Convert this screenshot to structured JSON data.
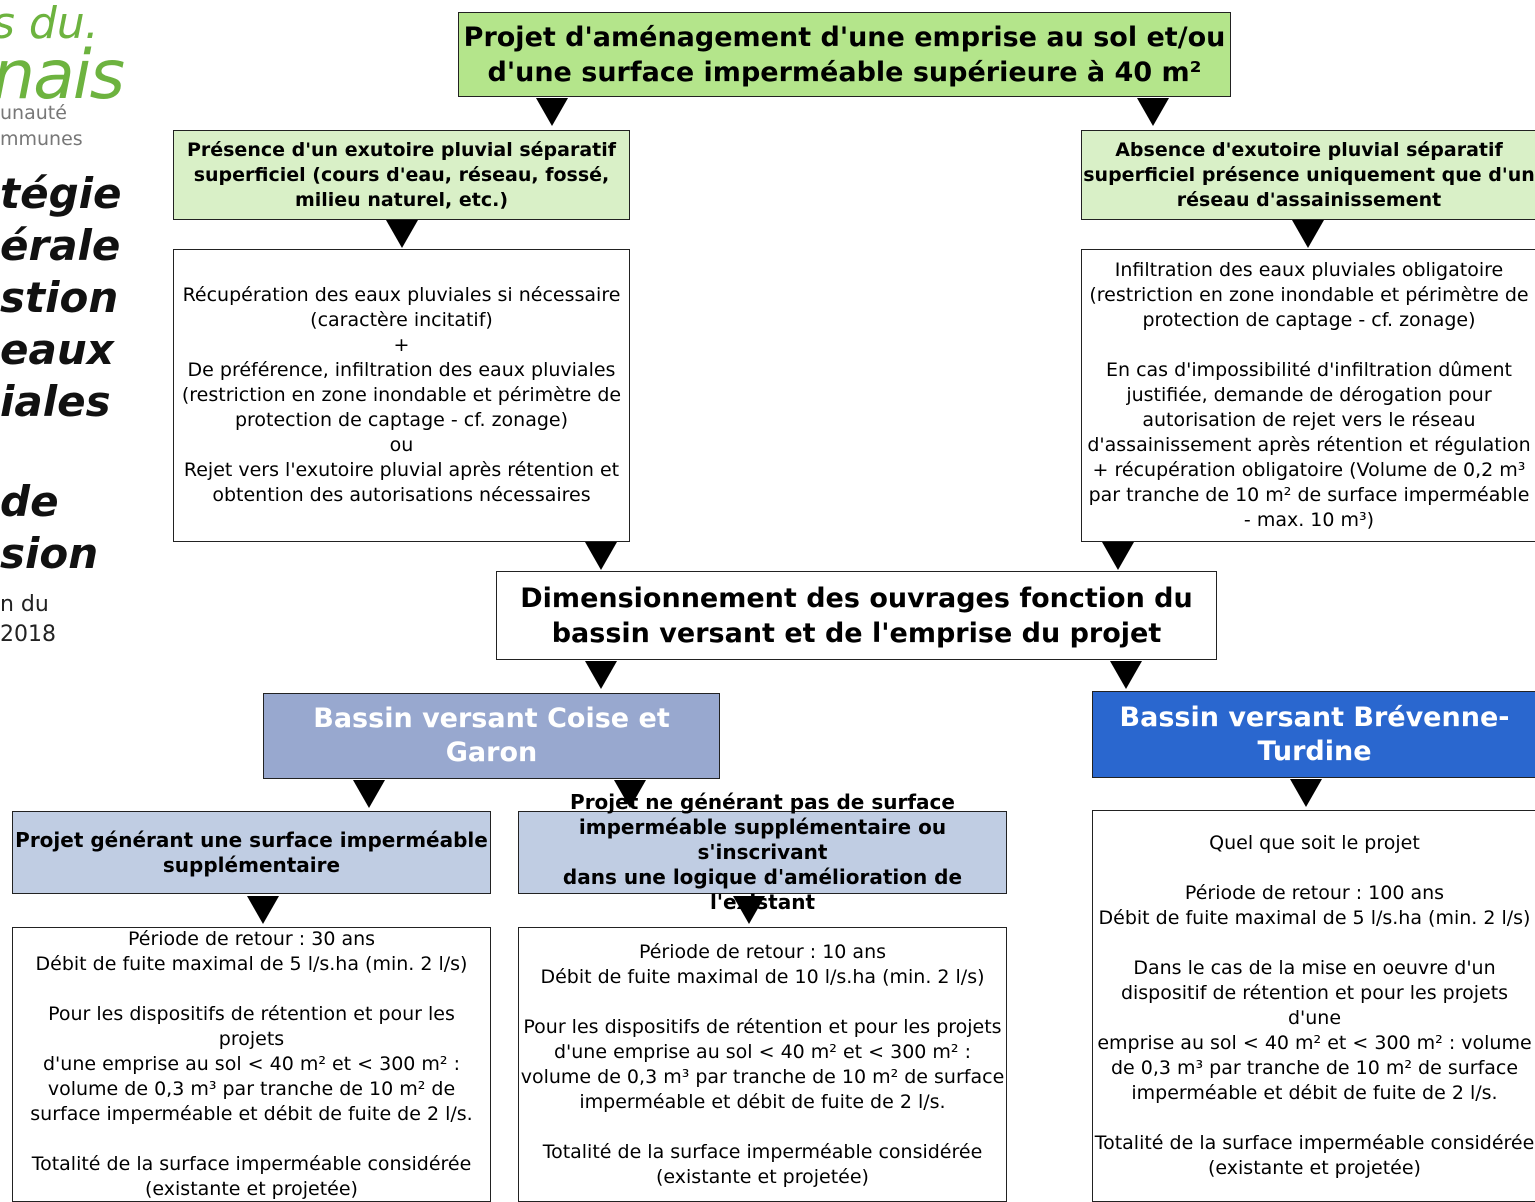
{
  "sidebar": {
    "logo_top": "s du.",
    "logo_main": "nais",
    "logo_sub1": "unauté",
    "logo_sub2": "mmunes",
    "strategy_title": "tégie\nérale\nstion\neaux\niales",
    "decision_title": " de\nsion",
    "date_text": "n du\n2018"
  },
  "top": {
    "main_box": "Projet d'aménagement d'une emprise au sol et/ou\nd'une surface imperméable supérieure à 40 m²"
  },
  "left_branch": {
    "condition": "Présence d'un exutoire pluvial séparatif\nsuperficiel (cours d'eau, réseau, fossé,\nmilieu naturel, etc.)",
    "details": "Récupération des eaux pluviales si nécessaire\n(caractère incitatif)\n+\nDe préférence, infiltration des eaux pluviales\n(restriction en zone inondable et périmètre de\nprotection de captage - cf. zonage)\nou\nRejet vers l'exutoire pluvial après rétention et\nobtention des autorisations nécessaires"
  },
  "right_branch": {
    "condition": "Absence d'exutoire pluvial séparatif\nsuperficiel présence uniquement que d'un\nréseau d'assainissement",
    "details": "Infiltration des eaux pluviales obligatoire\n(restriction en zone inondable et périmètre de\nprotection de captage - cf. zonage)\n\nEn cas d'impossibilité d'infiltration dûment\njustifiée, demande de dérogation pour\nautorisation de rejet vers le réseau\nd'assainissement après rétention et régulation\n+ récupération obligatoire (Volume de 0,2 m³\npar tranche de 10 m² de surface imperméable\n- max. 10 m³)"
  },
  "middle": {
    "dimension_box": "Dimensionnement des ouvrages fonction du\nbassin versant et de l'emprise du projet"
  },
  "coise": {
    "title": "Bassin versant Coise et Garon",
    "case_a_title": "Projet générant une surface imperméable\nsupplémentaire",
    "case_a_details": "Période de retour : 30 ans\nDébit de fuite maximal de 5 l/s.ha (min. 2 l/s)\n\nPour les dispositifs de rétention et pour les projets\nd'une emprise au sol < 40 m² et < 300 m² :\nvolume de 0,3 m³ par tranche de 10 m² de\nsurface imperméable et débit de fuite de 2 l/s.\n\nTotalité de la surface imperméable considérée\n(existante et projetée)",
    "case_b_title": "Projet ne générant pas de surface\nimperméable supplémentaire ou s'inscrivant\ndans une logique d'amélioration de l'existant",
    "case_b_details": "Période de retour : 10 ans\nDébit de fuite maximal de 10 l/s.ha (min. 2 l/s)\n\nPour les dispositifs de rétention et pour les projets\nd'une emprise au sol < 40 m² et < 300 m² :\nvolume de 0,3 m³ par tranche de 10 m² de surface\nimperméable et débit de fuite de 2 l/s.\n\nTotalité de la surface imperméable considérée\n(existante et projetée)"
  },
  "brevenne": {
    "title": "Bassin versant Brévenne-\nTurdine",
    "details": "Quel que soit le projet\n\nPériode de retour : 100 ans\nDébit de fuite maximal de 5 l/s.ha (min. 2 l/s)\n\nDans le cas de la mise en oeuvre d'un\ndispositif de rétention et pour les projets d'une\nemprise au sol < 40 m² et < 300 m² : volume\nde 0,3 m³ par tranche de 10 m² de surface\nimperméable et débit de fuite de 2 l/s.\n\nTotalité de la surface imperméable considérée\n(existante et projetée)"
  },
  "colors": {
    "green_dark": "#b4e58b",
    "green_light": "#d9f0c7",
    "blue_mid": "#98a8cf",
    "blue_strong": "#2a67cf",
    "blue_pale": "#c0cde3",
    "logo_green": "#6db33f"
  }
}
